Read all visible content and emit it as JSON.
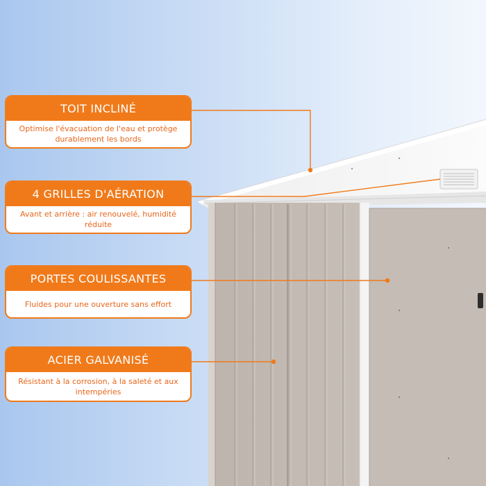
{
  "callouts": [
    {
      "title": "TOIT INCLINÉ",
      "text": "Optimise l'évacuation de l'eau et protège durablement les bords"
    },
    {
      "title": "4 GRILLES D'AÉRATION",
      "text": "Avant et arrière : air renouvelé, humidité réduite"
    },
    {
      "title": "PORTES COULISSANTES",
      "text": "Fluides pour une ouverture sans effort"
    },
    {
      "title": "ACIER GALVANISÉ",
      "text": "Résistant à la corrosion, à la saleté et aux intempéries"
    }
  ],
  "colors": {
    "accent": "#f07a1a",
    "accent_text": "#e8661a",
    "panel": "#c3bab3",
    "roof": "#f7f7f7"
  }
}
